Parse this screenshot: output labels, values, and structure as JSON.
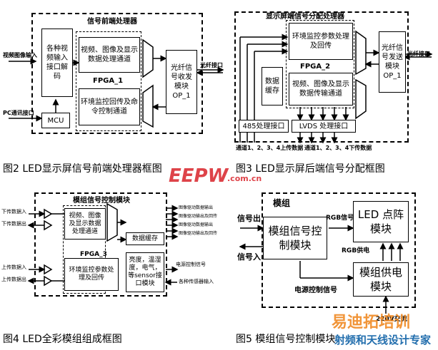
{
  "fig2": {
    "title": "信号前端处理器",
    "box_interfaces": "各种视频输入接口解码",
    "box_video": "视频、图像及显示数据处理通道",
    "fpga": "FPGA_1",
    "box_env": "环境监控回传及命令控制通道",
    "box_optical": "光纤信号收发模块OP_1",
    "box_mcu": "MCU",
    "label_video_in": "视频图像输入",
    "label_pc": "PC通讯接口",
    "label_fiber": "光纤接口",
    "caption": "图2   LED显示屏信号前端处理器框图"
  },
  "fig3": {
    "title": "显示屏端信号分配处理器",
    "box_env": "环境监控参数处理及回传",
    "fpga": "FPGA_2",
    "box_cache": "数据缓存",
    "box_video": "视频、图像及显示数据传输通道",
    "box_optical": "光纤信号发送模块OP_1",
    "box_485": "485处理接口",
    "box_lvds": "LVDS 处理接口",
    "label_fiber": "光纤接口",
    "label_up": "通道1、2、3、4上传数据",
    "label_down": "通道1、2、3、4下传数据",
    "caption": "图3   LED显示屏后端信号分配框图"
  },
  "fig4": {
    "title": "模组信号控制模块",
    "label_down_in": "下传数据入",
    "label_down_out": "下传数据出",
    "label_up_in": "上传数据入",
    "label_up_out": "上传数据出",
    "box_video": "视频、图像及显示数据处理通道",
    "box_cache": "数据缓存",
    "fpga": "FPGA_3",
    "box_env": "环境监控参数处理及回传",
    "box_sensor": "亮度，温湿度，电气，等sensor接口模块",
    "out_labels": [
      "图像驱动数据输出",
      "图像驱动输出及回传",
      "图像驱动数据输出",
      "图像驱动输出及回传"
    ],
    "label_power_ctrl": "电源控制信号",
    "label_sensor_in": "各种传感器输入",
    "caption": "图4   LED全彩模组组成框图"
  },
  "fig5": {
    "title": "模组",
    "box_ctrl": "模组信号控制模块",
    "box_led": "LED  点阵模块",
    "box_power": "模组供电模块",
    "label_sig_out": "信号出",
    "label_sig_in": "信号入",
    "label_rgb_sig": "RGB信号",
    "label_rgb_power": "RGB供电",
    "label_power_ctrl": "电源控制信号",
    "label_ac": "220V交流",
    "caption": "图5   模组信号控制模块"
  },
  "watermarks": {
    "eepw": "EEPW",
    "eepw_sub": ".com.cn",
    "right_top": "易迪拓培训",
    "right_bottom": "射频和天线设计专家"
  },
  "colors": {
    "watermark_red": "#d9232a",
    "watermark_blue": "#0b5fa5",
    "watermark_orange": "#f08a24"
  }
}
